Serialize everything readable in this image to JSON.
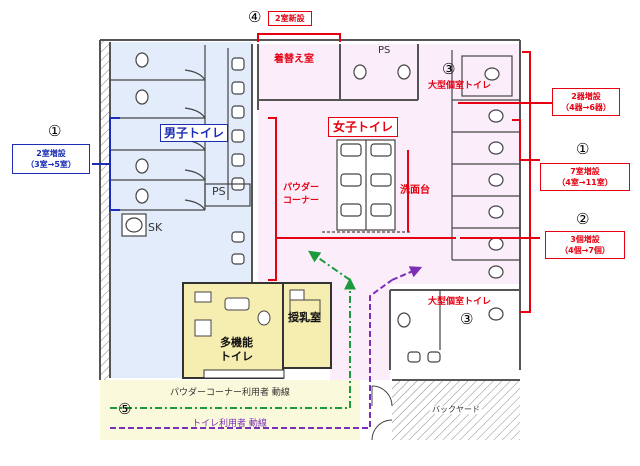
{
  "top_note": {
    "number": "④",
    "label": "2室新設"
  },
  "rooms": {
    "mens": "男子トイレ",
    "womens": "女子トイレ",
    "changing": "着替え室",
    "ps_top": "PS",
    "ps_mid": "PS",
    "sk": "SK",
    "large_stall_top": "大型個室トイレ",
    "large_stall_bottom": "大型個室トイレ",
    "multipurpose_line1": "多機能",
    "multipurpose_line2": "トイレ",
    "nursing": "授乳室",
    "powder_line1": "パウダー",
    "powder_line2": "コーナー",
    "washstand": "洗面台",
    "backyard": "バックヤード"
  },
  "annotations": {
    "left_num": "①",
    "left_line1": "2室増設",
    "left_line2": "（3室→5室）",
    "right1_num": "①",
    "right1_line1": "7室増設",
    "right1_line2": "（4室→11室）",
    "right2_num": "②",
    "right2_line1": "3個増設",
    "right2_line2": "（4個→7個）",
    "urinal_line1": "2器増設",
    "urinal_line2": "（4器→6器）",
    "n3_top": "③",
    "n3_bottom": "③",
    "n5": "⑤"
  },
  "flows": {
    "powder_users": "パウダーコーナー利用者 動線",
    "toilet_users": "トイレ利用者 動線"
  },
  "colors": {
    "annotation_red": "#e60012",
    "annotation_blue": "#1a2db4",
    "mens_fill": "#e3ecfb",
    "womens_fill": "#fbeefa",
    "multi_fill": "#f6eeb0",
    "corridor_fill": "#fbf9dc",
    "flow_green": "#1d9a3c",
    "flow_purple": "#7a2fb6"
  }
}
